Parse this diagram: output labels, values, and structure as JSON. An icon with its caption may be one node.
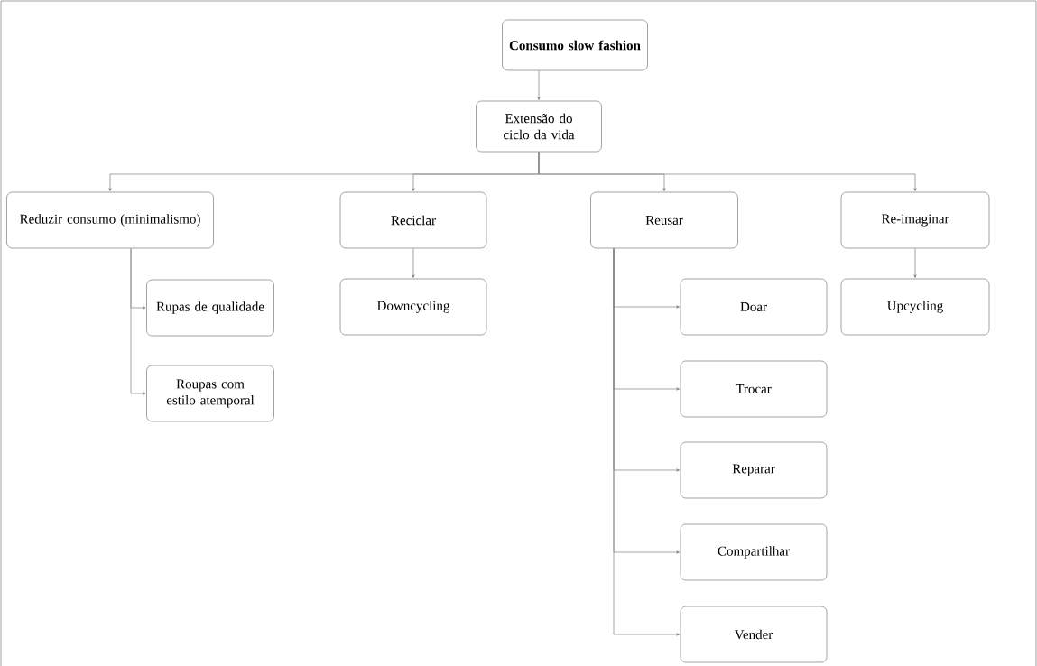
{
  "diagram": {
    "nodes": [
      {
        "text": [
          "**Consumo slow fashion**"
        ]
      },
      {
        "text": [
          "Extensão do ciclo da vida"
        ]
      },
      {
        "text": [
          "Reduzir consumo (minimalismo)"
        ]
      },
      {
        "text": [
          "Reciclar"
        ]
      },
      {
        "text": [
          "Reusar"
        ]
      },
      {
        "text": [
          "Re-imaginar"
        ]
      },
      {
        "text": [
          "Rupas de qualidade"
        ]
      },
      {
        "text": [
          "Roupas com estilo atemporal"
        ]
      },
      {
        "text": [
          "Downcycling"
        ]
      },
      {
        "text": [
          "Doar"
        ]
      },
      {
        "text": [
          "Trocar"
        ]
      },
      {
        "text": [
          "Reparar"
        ]
      },
      {
        "text": [
          "Compartilhar"
        ]
      },
      {
        "text": [
          "Vender"
        ]
      },
      {
        "text": [
          "Upcycling"
        ]
      }
    ],
    "edges": [
      {
        "from": 0,
        "to": 1,
        "arrow": "to"
      },
      {
        "from": 1,
        "to": 2,
        "arrow": "to"
      },
      {
        "from": 1,
        "to": 3,
        "arrow": "to"
      },
      {
        "from": 1,
        "to": 4,
        "arrow": "to"
      },
      {
        "from": 1,
        "to": 5,
        "arrow": "to"
      },
      {
        "from": 2,
        "to": 6,
        "arrow": "to"
      },
      {
        "from": 2,
        "to": 7,
        "arrow": "to"
      },
      {
        "from": 3,
        "to": 8,
        "arrow": "to"
      },
      {
        "from": 4,
        "to": 9,
        "arrow": "to"
      },
      {
        "from": 4,
        "to": 10,
        "arrow": "to"
      },
      {
        "from": 4,
        "to": 11,
        "arrow": "to"
      },
      {
        "from": 4,
        "to": 12,
        "arrow": "to"
      },
      {
        "from": 4,
        "to": 13,
        "arrow": "to"
      },
      {
        "from": 5,
        "to": 14,
        "arrow": "to"
      }
    ]
  }
}
